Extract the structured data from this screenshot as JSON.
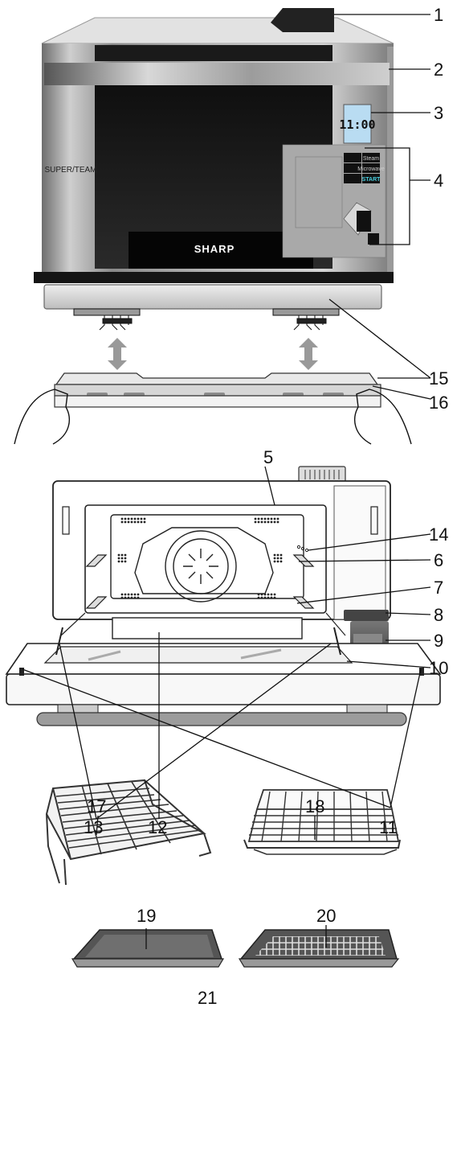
{
  "oven": {
    "brand": "SHARP",
    "side_mark": "SUPER/TEAM",
    "clock": "11:00",
    "panel_keys": [
      "",
      "Steam",
      "",
      "Microwave",
      "",
      "START"
    ]
  },
  "callouts": [
    "1",
    "2",
    "3",
    "4",
    "5",
    "6",
    "7",
    "8",
    "9",
    "10",
    "11",
    "12",
    "13",
    "14",
    "15",
    "16",
    "17",
    "18",
    "19",
    "20",
    "21"
  ]
}
